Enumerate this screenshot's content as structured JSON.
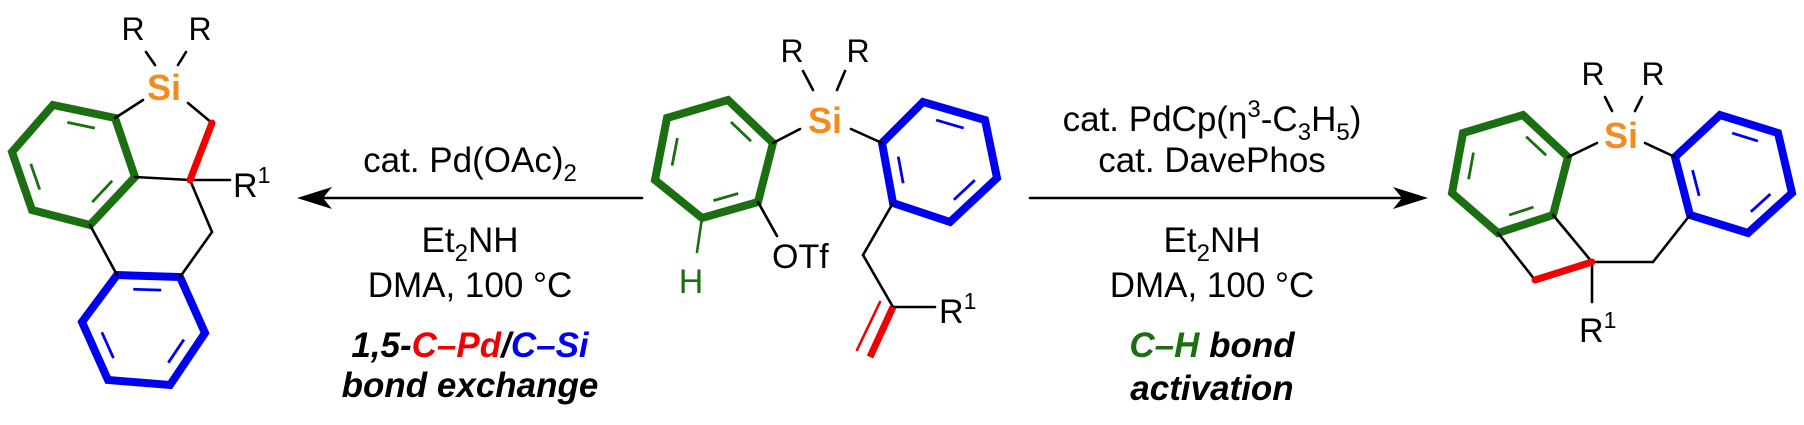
{
  "colors": {
    "green": "#1b6e12",
    "blue": "#0000f0",
    "red": "#f00000",
    "orange": "#f58a1f",
    "black": "#000000"
  },
  "left_product": {
    "r_top_left": "R",
    "r_top_right": "R",
    "si": "Si",
    "r1": "R",
    "r1_sup": "1"
  },
  "starting_material": {
    "r_top_left": "R",
    "r_top_right": "R",
    "si": "Si",
    "h": "H",
    "otf": "OTf",
    "r1": "R",
    "r1_sup": "1"
  },
  "right_product": {
    "r_top_left": "R",
    "r_top_right": "R",
    "si": "Si",
    "r1": "R",
    "r1_sup": "1"
  },
  "left_conditions": {
    "line1_main": "cat. Pd(OAc)",
    "line1_sub": "2",
    "base_a": "Et",
    "base_sub": "2",
    "base_b": "NH",
    "solvent": "DMA, 100 °C",
    "label_prefix": "1,5-",
    "label_cpd": "C–Pd",
    "label_slash": "/",
    "label_csi": "C–Si",
    "label_line2": "bond exchange"
  },
  "right_conditions": {
    "line1_a": "cat. PdCp(η",
    "line1_sup": "3",
    "line1_b": "-C",
    "line1_sub1": "3",
    "line1_c": "H",
    "line1_sub2": "5",
    "line1_d": ")",
    "line2": "cat. DavePhos",
    "base_a": "Et",
    "base_sub": "2",
    "base_b": "NH",
    "solvent": "DMA, 100 °C",
    "label_ch": "C–H",
    "label_bond": " bond",
    "label_line2": "activation"
  }
}
